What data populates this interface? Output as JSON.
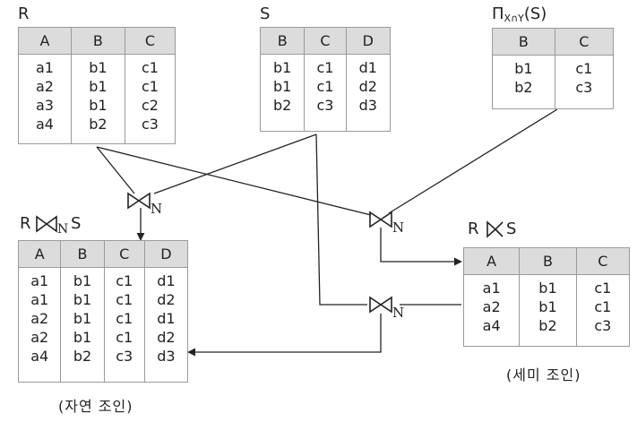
{
  "relations": {
    "R": {
      "label": "R",
      "columns": [
        "A",
        "B",
        "C"
      ],
      "rows": [
        [
          "a1",
          "b1",
          "c1"
        ],
        [
          "a2",
          "b1",
          "c1"
        ],
        [
          "a3",
          "b1",
          "c2"
        ],
        [
          "a4",
          "b2",
          "c3"
        ]
      ]
    },
    "S": {
      "label": "S",
      "columns": [
        "B",
        "C",
        "D"
      ],
      "rows": [
        [
          "b1",
          "c1",
          "d1"
        ],
        [
          "b1",
          "c1",
          "d2"
        ],
        [
          "b2",
          "c3",
          "d3"
        ]
      ]
    },
    "PI": {
      "label_pi": "Π",
      "label_sub": "X∩Y",
      "label_tail": "(S)",
      "columns": [
        "B",
        "C"
      ],
      "rows": [
        [
          "b1",
          "c1"
        ],
        [
          "b2",
          "c3"
        ]
      ]
    },
    "NJ": {
      "label_prefix": "R",
      "label_sub": "N",
      "label_suffix": "S",
      "columns": [
        "A",
        "B",
        "C",
        "D"
      ],
      "rows": [
        [
          "a1",
          "b1",
          "c1",
          "d1"
        ],
        [
          "a1",
          "b1",
          "c1",
          "d2"
        ],
        [
          "a2",
          "b1",
          "c1",
          "d1"
        ],
        [
          "a2",
          "b1",
          "c1",
          "d2"
        ],
        [
          "a4",
          "b2",
          "c3",
          "d3"
        ]
      ]
    },
    "SJ": {
      "label_prefix": "R",
      "label_suffix": "S",
      "columns": [
        "A",
        "B",
        "C"
      ],
      "rows": [
        [
          "a1",
          "b1",
          "c1"
        ],
        [
          "a2",
          "b1",
          "c1"
        ],
        [
          "a4",
          "b2",
          "c3"
        ]
      ]
    }
  },
  "operators": {
    "join_subscript": "N"
  },
  "captions": {
    "natural_join": "(자연 조인)",
    "semi_join": "(세미 조인)"
  },
  "colors": {
    "header_fill": "#dcdcdc",
    "border": "#9a9a9a",
    "line": "#222222"
  },
  "icons": [
    "bowtie-icon",
    "semijoin-icon",
    "arrow-head-icon"
  ]
}
